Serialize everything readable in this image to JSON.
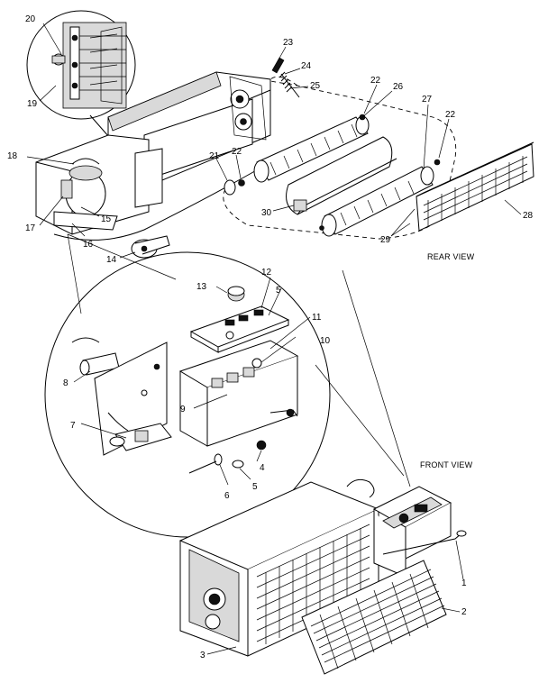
{
  "views": {
    "rear": "REAR VIEW",
    "front": "FRONT VIEW"
  },
  "callouts": [
    {
      "id": "c1",
      "num": "1"
    },
    {
      "id": "c2",
      "num": "2"
    },
    {
      "id": "c3",
      "num": "3"
    },
    {
      "id": "c4",
      "num": "4"
    },
    {
      "id": "c5",
      "num": "5"
    },
    {
      "id": "c6",
      "num": "6"
    },
    {
      "id": "c7",
      "num": "7"
    },
    {
      "id": "c8",
      "num": "8"
    },
    {
      "id": "c9",
      "num": "9"
    },
    {
      "id": "c10",
      "num": "10"
    },
    {
      "id": "c11",
      "num": "11"
    },
    {
      "id": "c12",
      "num": "12"
    },
    {
      "id": "c13",
      "num": "13"
    },
    {
      "id": "c14",
      "num": "14"
    },
    {
      "id": "c15",
      "num": "15"
    },
    {
      "id": "c16",
      "num": "16"
    },
    {
      "id": "c17",
      "num": "17"
    },
    {
      "id": "c18",
      "num": "18"
    },
    {
      "id": "c19",
      "num": "19"
    },
    {
      "id": "c20",
      "num": "20"
    },
    {
      "id": "c21",
      "num": "21"
    },
    {
      "id": "c22a",
      "num": "22"
    },
    {
      "id": "c22b",
      "num": "22"
    },
    {
      "id": "c22c",
      "num": "22"
    },
    {
      "id": "c23",
      "num": "23"
    },
    {
      "id": "c24",
      "num": "24"
    },
    {
      "id": "c25",
      "num": "25"
    },
    {
      "id": "c26",
      "num": "26"
    },
    {
      "id": "c27",
      "num": "27"
    },
    {
      "id": "c28",
      "num": "28"
    },
    {
      "id": "c29",
      "num": "29"
    },
    {
      "id": "c30",
      "num": "30"
    }
  ]
}
